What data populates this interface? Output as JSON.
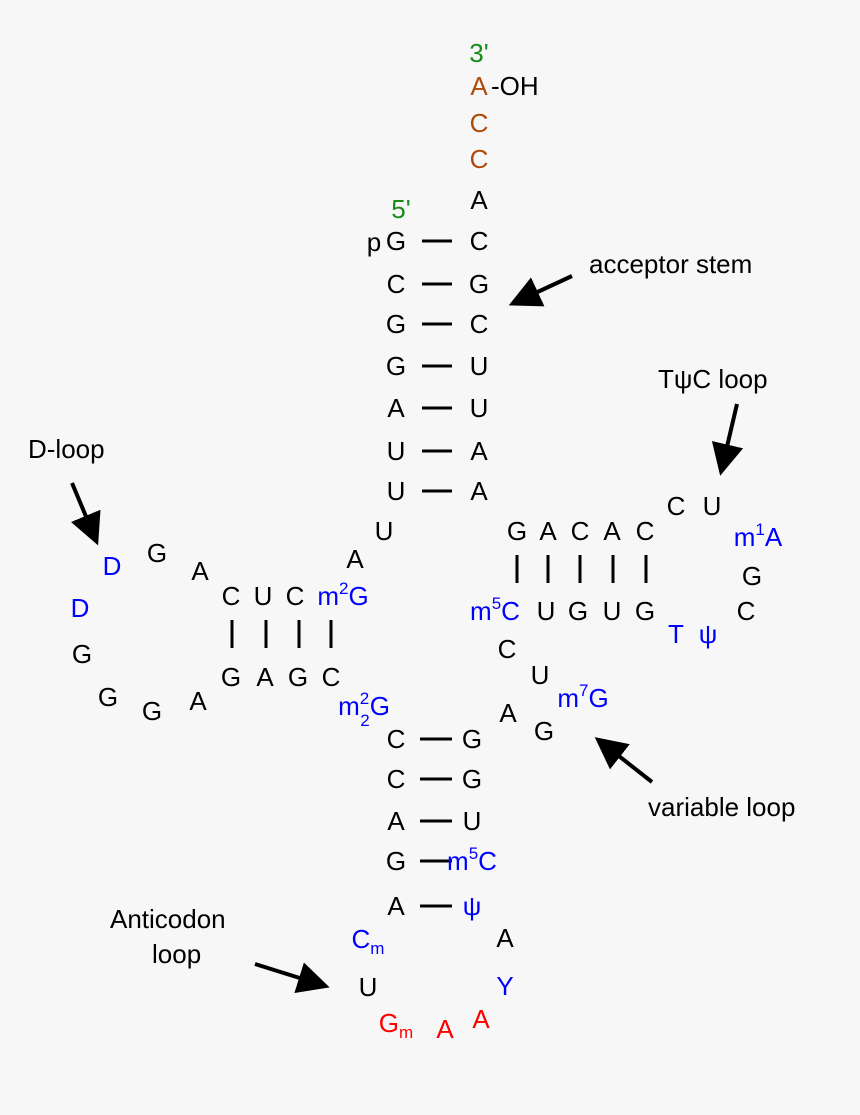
{
  "colors": {
    "background": "#f7f7f7",
    "standard": "#000000",
    "modified": "#0000ff",
    "cca_tail": "#b04a0a",
    "end_label": "#1a8a1a",
    "anticodon": "#ff0000"
  },
  "labels": {
    "acceptor_stem": "acceptor stem",
    "tpsic_loop": "TψC loop",
    "d_loop": "D-loop",
    "variable_loop": "variable loop",
    "anticodon_loop_line1": "Anticodon",
    "anticodon_loop_line2": "loop"
  },
  "ends": {
    "three_prime": "3'",
    "five_prime": "5'",
    "hydroxyl": "-OH",
    "phosphate": "p"
  },
  "nucleotides": {
    "acceptor_tail": [
      "A",
      "C",
      "C",
      "A"
    ],
    "acceptor_5": [
      "G",
      "C",
      "G",
      "G",
      "A",
      "U",
      "U"
    ],
    "acceptor_3": [
      "C",
      "G",
      "C",
      "U",
      "U",
      "A",
      "A"
    ],
    "junction_1": [
      "U",
      "A"
    ],
    "d_stem_top": [
      "C",
      "U",
      "C",
      "m2G"
    ],
    "d_stem_bottom": [
      "G",
      "A",
      "G",
      "C"
    ],
    "d_loop": [
      "A",
      "G",
      "D",
      "D",
      "G",
      "G",
      "G",
      "A"
    ],
    "junction_2": "m22G",
    "anticodon_stem_5": [
      "C",
      "C",
      "A",
      "G",
      "A"
    ],
    "anticodon_stem_3": [
      "G",
      "G",
      "U",
      "m5C",
      "ψ"
    ],
    "anticodon_loop": [
      "Cm",
      "U",
      "Gm",
      "A",
      "A",
      "Y",
      "A"
    ],
    "variable_loop": [
      "A",
      "G",
      "m7G",
      "U",
      "C"
    ],
    "t_stem_5": [
      "m5C",
      "U",
      "G",
      "U",
      "G"
    ],
    "t_stem_3": [
      "G",
      "A",
      "C",
      "A",
      "C"
    ],
    "t_loop": [
      "T",
      "ψ",
      "C",
      "G",
      "m1A",
      "U",
      "C"
    ]
  }
}
